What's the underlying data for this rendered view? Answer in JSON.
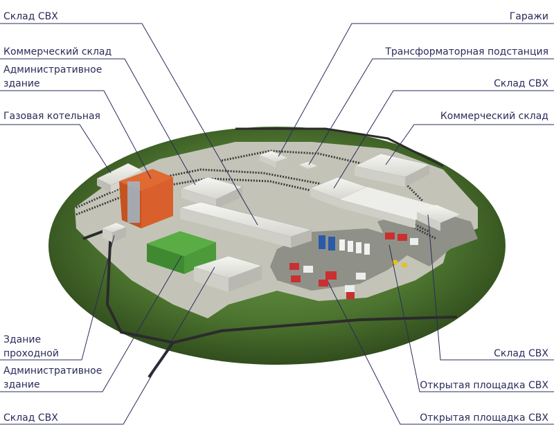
{
  "labels": {
    "l_sklad_svh_top": "Склад СВХ",
    "l_kommerch_left": "Коммерческий склад",
    "l_admin_top": [
      "Административное",
      "здание"
    ],
    "l_gas": "Газовая котельная",
    "l_prohod": [
      "Здание",
      "проходной"
    ],
    "l_admin_bottom": [
      "Административное",
      "здание"
    ],
    "l_sklad_svh_bl": "Склад СВХ",
    "r_garazhi": "Гаражи",
    "r_transform": "Трансформаторная подстанция",
    "r_sklad_svh_1": "Склад СВХ",
    "r_kommerch": "Коммерческий склад",
    "r_sklad_svh_2": "Склад СВХ",
    "r_open_1": "Открытая площадка СВХ",
    "r_open_2": "Открытая площадка СВХ"
  },
  "colors": {
    "ground_dark": "#2e4a1c",
    "ground_light": "#5f8a3c",
    "pavement": "#c9cabd",
    "road": "#2b2b2b",
    "rail": "#3a3a3a",
    "warehouse": "#e8e8e4",
    "boiler_orange": "#d9602c",
    "admin_green": "#4c9a3a",
    "leader_line": "#2a2a5a",
    "label_text": "#2a2a5a"
  }
}
